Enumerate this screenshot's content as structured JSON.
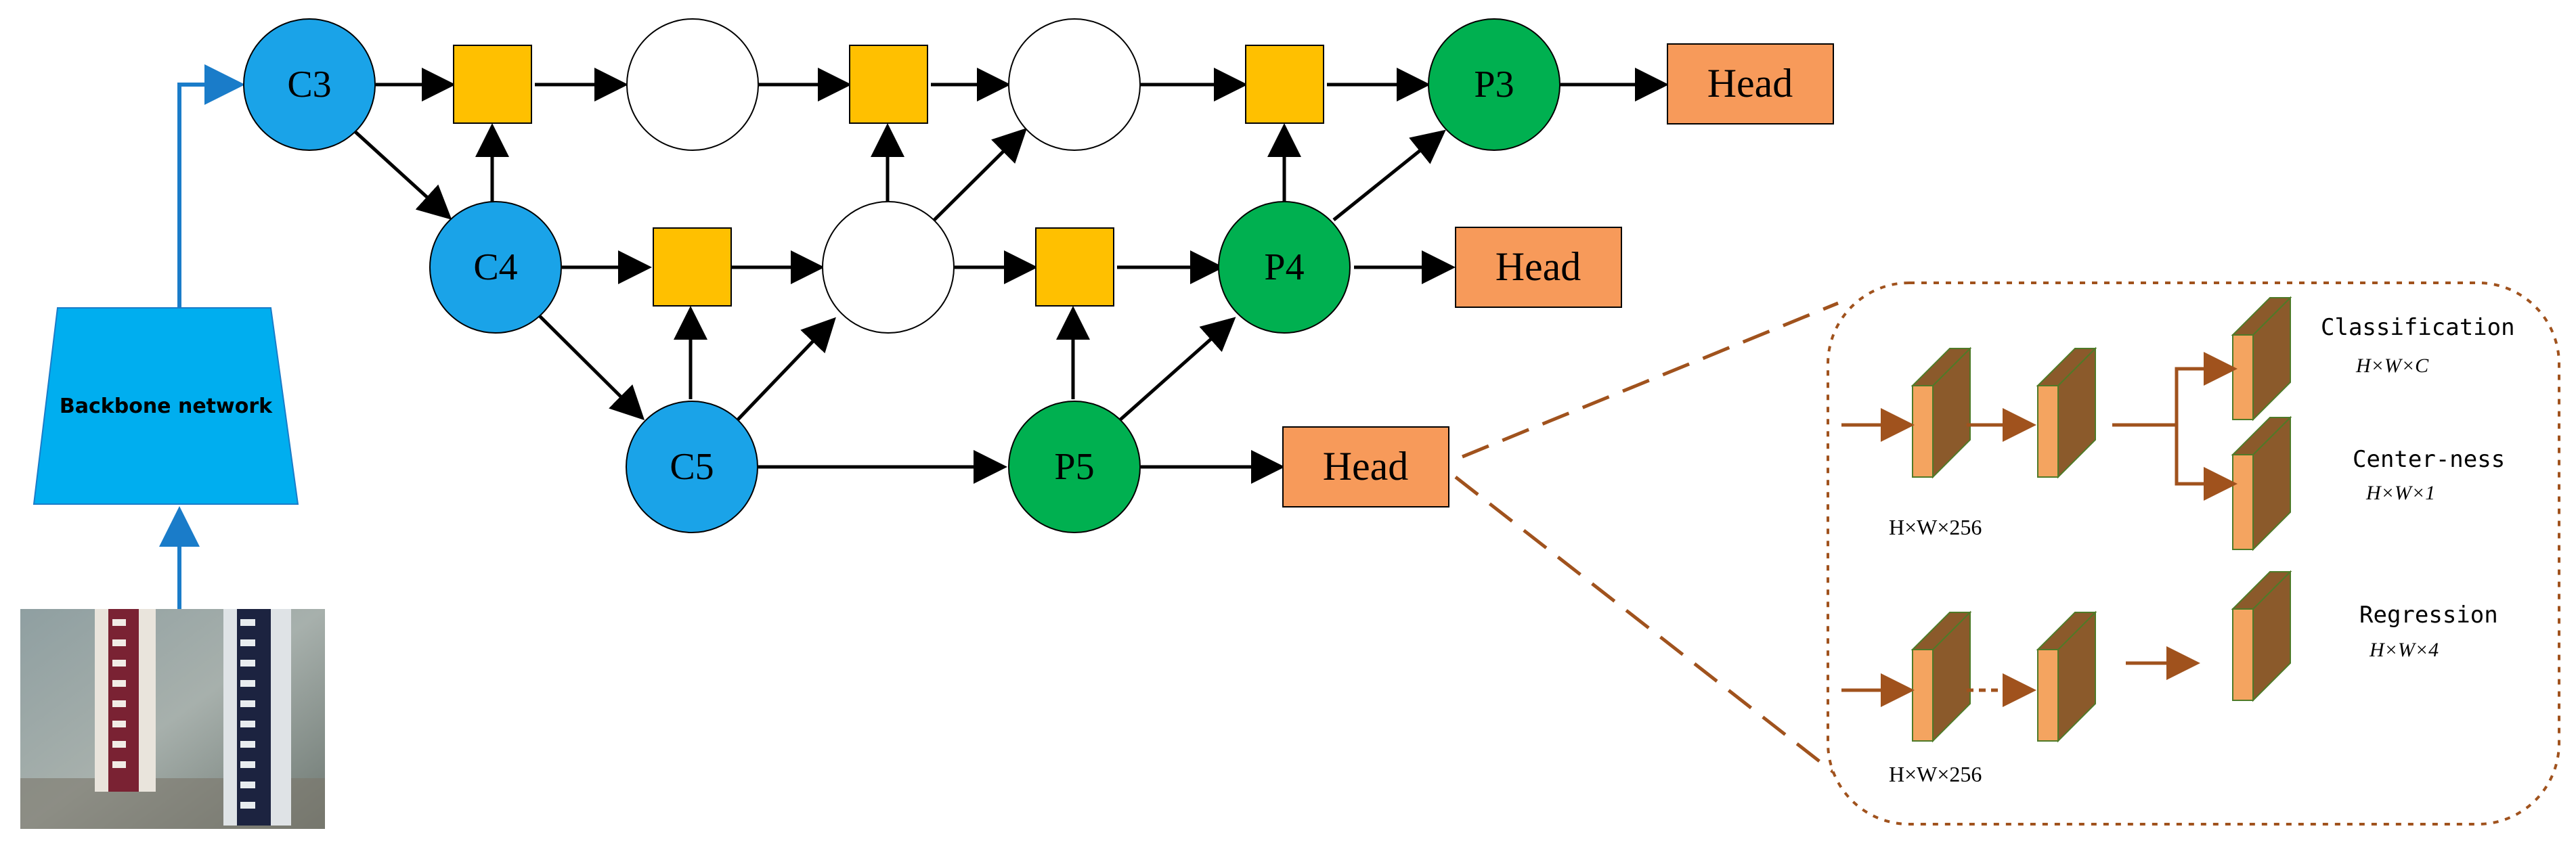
{
  "colors": {
    "backbone": "#00AEEF",
    "c_node": "#1AA3E8",
    "p_node": "#00B050",
    "fuse_box": "#FFC000",
    "head_box": "#F79A5A",
    "arrow": "#000000",
    "head_arrow": "#A0521D",
    "dashed_border": "#A0521D",
    "block_front": "#F4A460",
    "block_side": "#8B5A2B",
    "block_edge": "#4F7A28"
  },
  "backbone": {
    "label": "Backbone network"
  },
  "photo": {
    "description_icon": "water-gauge-photo"
  },
  "nodes": {
    "c3": "C3",
    "c4": "C4",
    "c5": "C5",
    "p3": "P3",
    "p4": "P4",
    "p5": "P5"
  },
  "heads": {
    "head_p3": "Head",
    "head_p4": "Head",
    "head_p5": "Head"
  },
  "head_detail": {
    "classification": "Classification",
    "classification_shape": "H×W×C",
    "centerness": "Center-ness",
    "centerness_shape": "H×W×1",
    "regression": "Regression",
    "regression_shape": "H×W×4",
    "feature_shape_top": "H×W×256",
    "feature_shape_bottom": "H×W×256"
  }
}
